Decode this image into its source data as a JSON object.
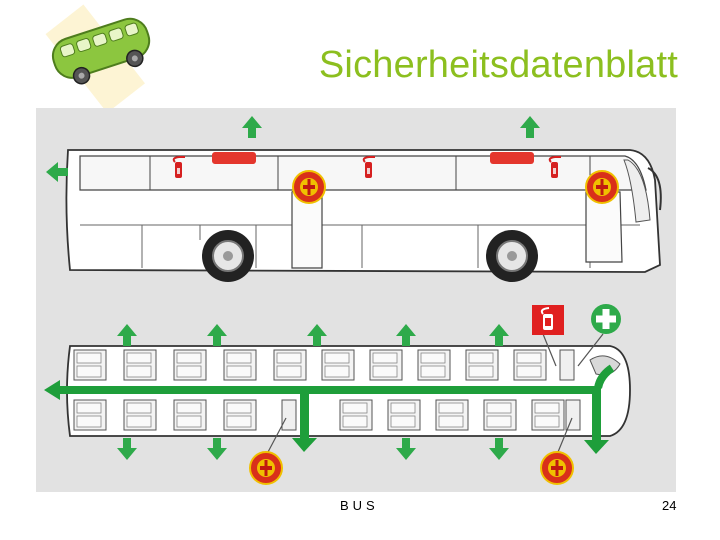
{
  "header": {
    "title": "Sicherheitsdatenblatt"
  },
  "footer": {
    "label": "BUS",
    "page_number": "24"
  },
  "icons": {
    "logo": "green-bus-logo-icon",
    "fire_extinguisher": "fire-extinguisher-sign-icon",
    "first_aid": "first-aid-cross-icon",
    "emergency_hammer": "emergency-hammer-icon",
    "exit_arrow": "green-exit-arrow-icon"
  },
  "colors": {
    "title_green": "#8cbf1f",
    "arrow_green": "#2eaa4a",
    "route_green": "#1e9e3a",
    "fire_red": "#e02020",
    "panel_gray": "#e2e2e2"
  }
}
